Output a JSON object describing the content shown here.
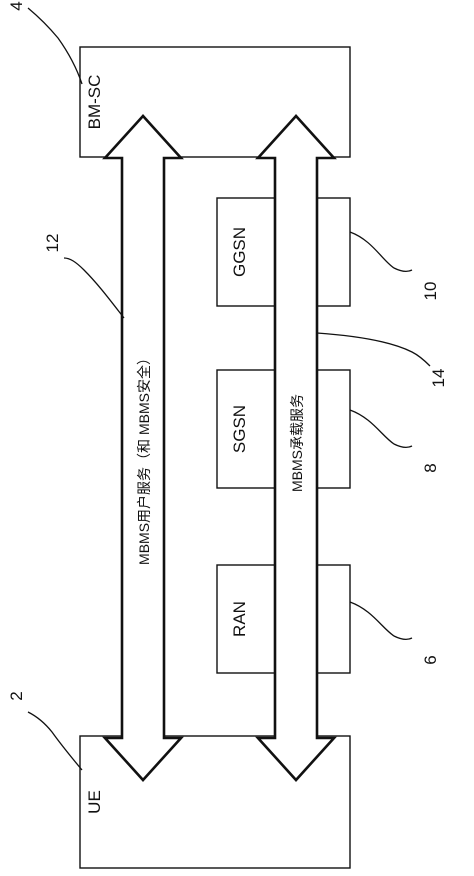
{
  "figure": {
    "nodes": {
      "bmsc": "BM-SC",
      "ue": "UE",
      "ggsn": "GGSN",
      "sgsn": "SGSN",
      "ran": "RAN"
    },
    "arrows": {
      "user_service": "MBMS用户服务（和 MBMS安全）",
      "bearer_service": "MBMS承载服务"
    },
    "refs": {
      "bmsc": "4",
      "ue": "2",
      "ran": "6",
      "sgsn": "8",
      "ggsn": "10",
      "user_service": "12",
      "bearer_service": "14"
    }
  }
}
